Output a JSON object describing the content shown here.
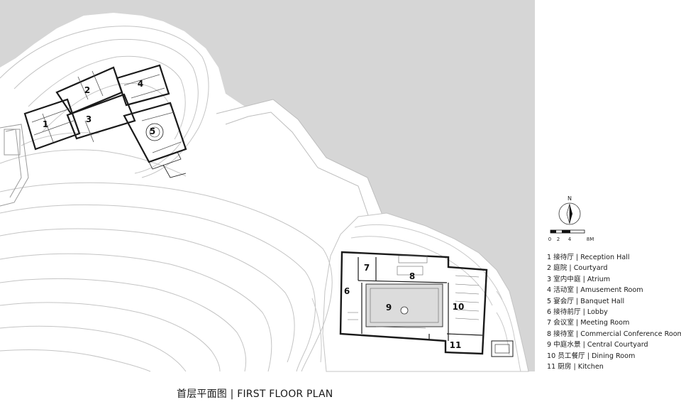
{
  "colors": {
    "water": "#d6d6d6",
    "contour": "#c4c4c4",
    "wall": "#1a1a1a",
    "text": "#1a1a1a"
  },
  "title": "首层平面图 | FIRST FLOOR PLAN",
  "north_label": "N",
  "scale_bar": {
    "ticks": [
      "0",
      "2",
      "4",
      "8M"
    ]
  },
  "rooms": [
    {
      "number": "1",
      "label": "接待厅 | Reception Hall"
    },
    {
      "number": "2",
      "label": "庭院 | Courtyard"
    },
    {
      "number": "3",
      "label": "室内中庭 | Atrium"
    },
    {
      "number": "4",
      "label": "活动室 | Amusement Room"
    },
    {
      "number": "5",
      "label": "宴会厅 | Banquet Hall"
    },
    {
      "number": "6",
      "label": "接待前厅 | Lobby"
    },
    {
      "number": "7",
      "label": "会议室 | Meeting Room"
    },
    {
      "number": "8",
      "label": "接待室 | Commercial Conference Room"
    },
    {
      "number": "9",
      "label": "中庭水景 | Central Courtyard"
    },
    {
      "number": "10",
      "label": "员工餐厅 | Dining Room"
    },
    {
      "number": "11",
      "label": "厨房 | Kitchen"
    }
  ]
}
